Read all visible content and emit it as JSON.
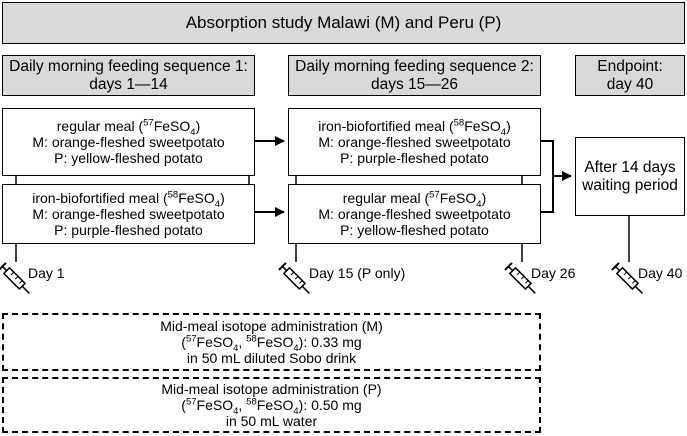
{
  "title": "Absorption study Malawi (M) and Peru (P)",
  "seq1": {
    "line1": "Daily morning feeding sequence 1:",
    "line2": "days 1—14"
  },
  "seq2": {
    "line1": "Daily morning feeding sequence 2:",
    "line2": "days 15—26"
  },
  "endpoint": {
    "line1": "Endpoint:",
    "line2": "day 40"
  },
  "regular_meal": {
    "prefix": "regular meal (",
    "iso": "57",
    "compound": "FeSO",
    "sub": "4",
    "suffix": ")",
    "m_line": "M: orange-fleshed sweetpotato",
    "p_line": "P: yellow-fleshed potato"
  },
  "biofortified_meal": {
    "prefix": "iron-biofortified meal (",
    "iso": "58",
    "compound": "FeSO",
    "sub": "4",
    "suffix": ")",
    "m_line": "M: orange-fleshed sweetpotato",
    "p_line": "P: purple-fleshed potato"
  },
  "waiting": {
    "line1": "After 14 days",
    "line2": "waiting period"
  },
  "days": {
    "d1": "Day 1",
    "d15": "Day 15 (P only)",
    "d26": "Day 26",
    "d40": "Day 40"
  },
  "admin_m": {
    "line1": "Mid-meal isotope administration (M)",
    "iso_a": "57",
    "iso_b": "58",
    "compound": "FeSO",
    "sub": "4",
    "dose": "): 0.33 mg",
    "line3": "in 50 mL diluted Sobo drink"
  },
  "admin_p": {
    "line1": "Mid-meal isotope administration (P)",
    "iso_a": "57",
    "iso_b": "58",
    "compound": "FeSO",
    "sub": "4",
    "dose": "): 0.50 mg",
    "line3": "in 50 mL water"
  },
  "colors": {
    "header_fill": "#d9d9d9",
    "border": "#000000"
  },
  "icons": [
    "syringe-icon"
  ]
}
